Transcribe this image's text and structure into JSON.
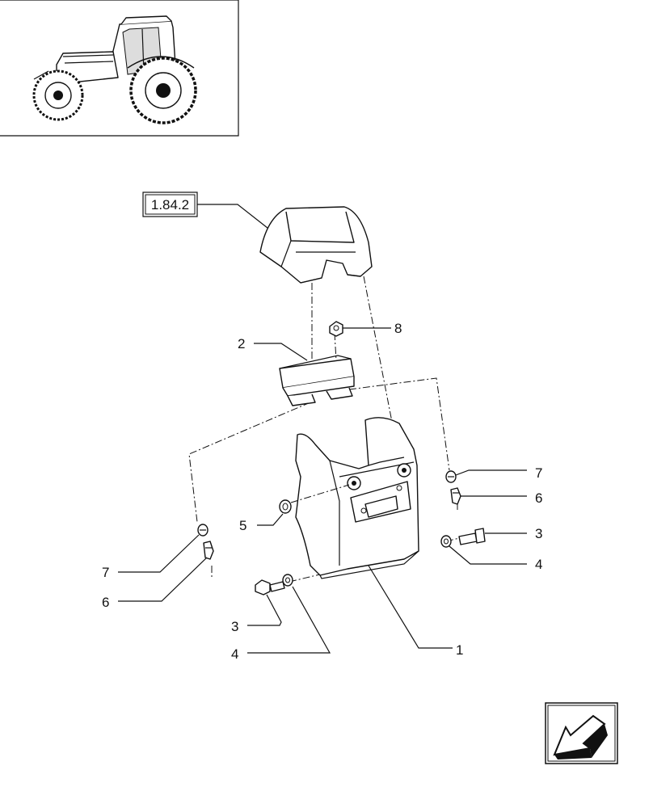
{
  "reference_box": {
    "label": "1.84.2"
  },
  "callouts": {
    "c1": "1",
    "c2": "2",
    "c3_right": "3",
    "c3_left": "3",
    "c4_right": "4",
    "c4_left": "4",
    "c5": "5",
    "c6_right": "6",
    "c6_left": "6",
    "c7_right": "7",
    "c7_left": "7",
    "c8": "8"
  },
  "icons": {
    "thumbnail": "tractor-thumbnail",
    "navigation": "previous-page-arrow-icon"
  }
}
